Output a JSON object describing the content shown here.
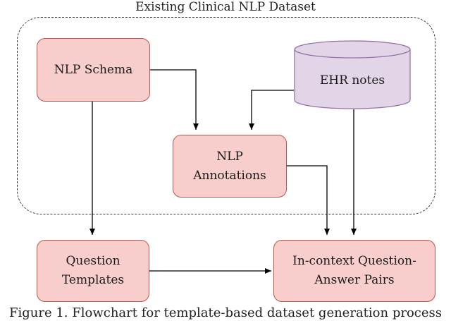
{
  "diagram": {
    "title": "Existing Clinical NLP Dataset",
    "nodes": {
      "nlp_schema": {
        "label": "NLP Schema"
      },
      "ehr_notes": {
        "label": "EHR notes"
      },
      "nlp_annotations": {
        "line1": "NLP",
        "line2": "Annotations"
      },
      "question_templates": {
        "line1": "Question",
        "line2": "Templates"
      },
      "qa_pairs": {
        "line1": "In-context Question-",
        "line2": "Answer Pairs"
      }
    },
    "colors": {
      "process_fill": "#f8cecc",
      "process_stroke": "#b85450",
      "database_fill": "#e1d5e7",
      "database_stroke": "#9673a6"
    }
  },
  "caption": "Figure 1. Flowchart for template-based dataset generation process"
}
